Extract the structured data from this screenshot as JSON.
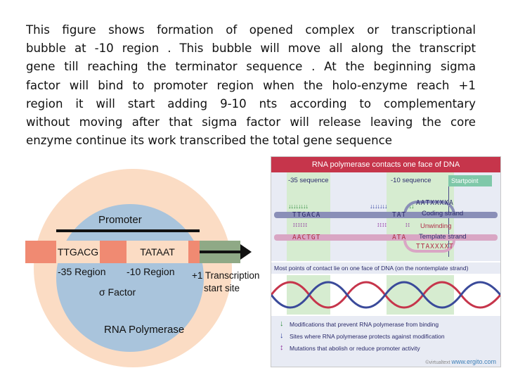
{
  "paragraph": {
    "lines": [
      "This  figure  shows  formation  of  opened  complex  or  transcriptional",
      "bubble  at   -10  region .  This  bubble  will  move  all  along  the  transcript",
      "gene  till  reaching  the  terminator  sequence .  At  the  beginning   sigma",
      "factor  will  bind  to  promoter  region  when  the  holo-enzyme   reach  +1",
      "region  it  will  start  adding  9-10    nts  according  to  complementary",
      "without  moving  after  that  sigma  factor  will  release  leaving  the  core",
      "enzyme continue its work transcribed the total gene sequence"
    ]
  },
  "left_diagram": {
    "promoter_label": "Promoter",
    "box1": "TTGACG",
    "box2": "TATAAT",
    "region1": "-35 Region",
    "region2": "-10 Region",
    "sigma": "σ Factor",
    "tss_line1": "+1 Transcription",
    "tss_line2": "start site",
    "enzyme": "RNA Polymerase",
    "colors": {
      "outer": "#fbdcc4",
      "inner": "#a9c4dc",
      "dna": "#f08a72",
      "transcribed": "#8fa986"
    }
  },
  "right_figure": {
    "title": "RNA polymerase contacts one face of DNA",
    "label_35": "-35 sequence",
    "label_10": "-10 sequence",
    "startpoint": "Startpoint",
    "coding_seq_35": "TTGACA",
    "coding_seq_10a": "TAT",
    "coding_seq_10b": "AATXXXXA",
    "coding_strand": "Coding strand",
    "unwinding": "Unwinding",
    "template_seq_35": "AACTGT",
    "template_seq_10": "ATA",
    "template_strand": "Template strand",
    "template_seq_tail": "TTAXXXXT",
    "contact_note": "Most points of contact lie on one face of DNA (on the nontemplate strand)",
    "legend": [
      {
        "icon": "down-arrow-green-icon",
        "text": "Modifications that prevent RNA polymerase from binding"
      },
      {
        "icon": "down-arrow-blue-icon",
        "text": "Sites where RNA polymerase protects against modification"
      },
      {
        "icon": "double-arrow-purple-icon",
        "text": "Mutations that abolish or reduce promoter activity"
      }
    ],
    "credit_small": "©virtualtext",
    "credit_brand": "www.ergito.com",
    "colors": {
      "title_bar": "#c6354b",
      "panel": "#e8ebf4",
      "green_region": "#d6ecd0",
      "coding": "#8a8fb8",
      "template": "#d9a6c4"
    }
  }
}
